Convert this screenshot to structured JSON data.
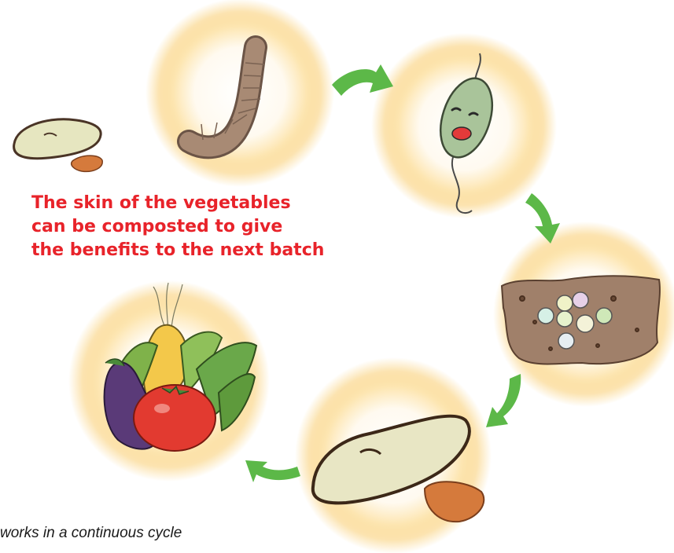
{
  "headline": {
    "line1": "The skin of the vegetables",
    "line2": "can be composted to give",
    "line3": "the benefits to the next batch"
  },
  "caption": "works in a continuous cycle",
  "colors": {
    "headline": "#e8232a",
    "arrow": "#5cb848",
    "glow": "#f8c25a",
    "glow_inner": "#fff4d6",
    "soil": "#8a6a4e",
    "leaf": "#e7e6c4",
    "worm": "#a88a74",
    "bacterium": "#a9c49a"
  },
  "stages": [
    {
      "name": "earthworm",
      "icon": "earthworm-icon"
    },
    {
      "name": "bacterium",
      "icon": "bacterium-icon"
    },
    {
      "name": "soil",
      "icon": "soil-particles-icon"
    },
    {
      "name": "vegetable-scraps",
      "icon": "vegetable-peel-icon"
    },
    {
      "name": "harvest",
      "icon": "vegetables-icon"
    }
  ]
}
